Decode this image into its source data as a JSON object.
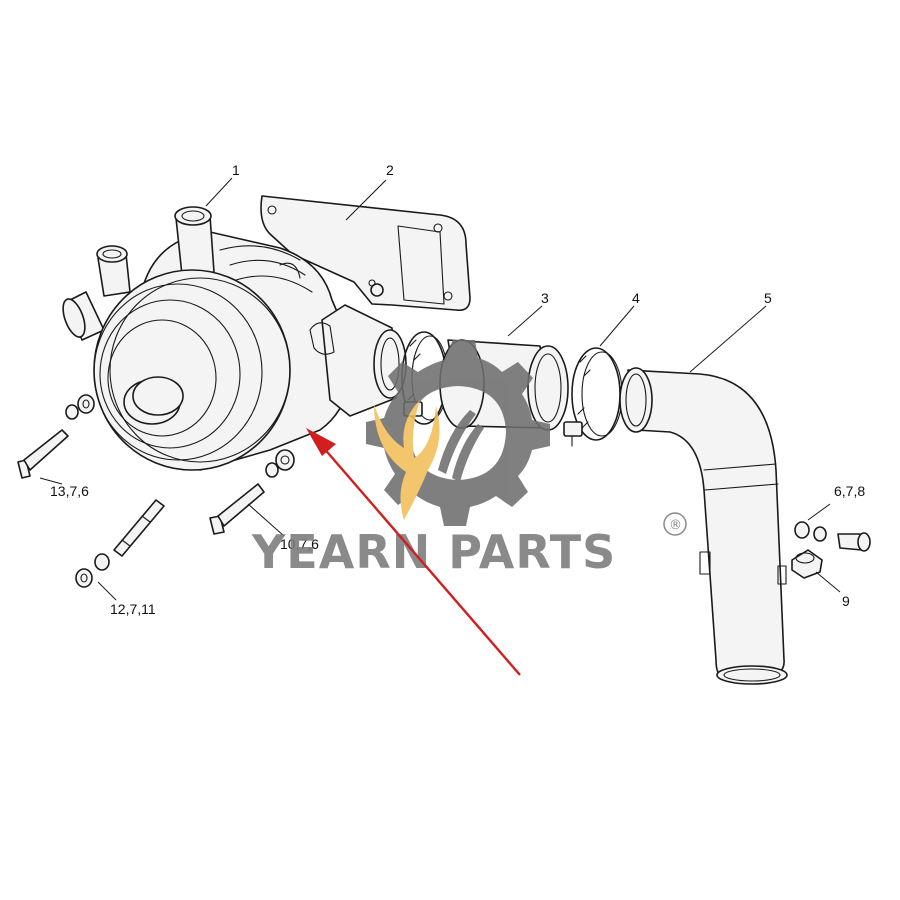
{
  "callouts": [
    {
      "id": "c1",
      "label": "1"
    },
    {
      "id": "c2",
      "label": "2"
    },
    {
      "id": "c3",
      "label": "3"
    },
    {
      "id": "c4",
      "label": "4"
    },
    {
      "id": "c5",
      "label": "5"
    },
    {
      "id": "c6",
      "label": "13,7,6"
    },
    {
      "id": "c7",
      "label": "10,7,6"
    },
    {
      "id": "c8",
      "label": "12,7,11"
    },
    {
      "id": "c9",
      "label": "6,7,8"
    },
    {
      "id": "c10",
      "label": "9"
    }
  ],
  "watermark": {
    "brand": "YEARN PARTS",
    "registered_mark": "®",
    "gear_color": "#6e6e6e",
    "flame_color": "#f2bf5a",
    "text_color": "#7a7a7a"
  },
  "highlight_arrow": {
    "color": "#d11f1f"
  }
}
